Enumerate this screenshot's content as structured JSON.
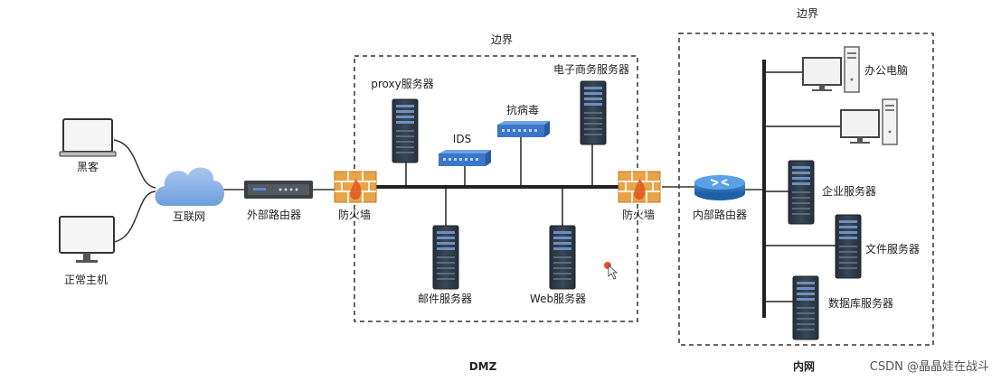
{
  "labels": {
    "hacker": "黑客",
    "normal_host": "正常主机",
    "internet": "互联网",
    "external_router": "外部路由器",
    "firewall_left": "防火墙",
    "firewall_right": "防火墙",
    "dmz_border": "边界",
    "intranet_border": "边界",
    "proxy_server": "proxy服务器",
    "ids": "IDS",
    "antivirus": "抗病毒",
    "ecommerce_server": "电子商务服务器",
    "mail_server": "邮件服务器",
    "web_server": "Web服务器",
    "internal_router": "内部路由器",
    "office_pc": "办公电脑",
    "enterprise_server": "企业服务器",
    "file_server": "文件服务器",
    "database_server": "数据库服务器",
    "dmz": "DMZ",
    "intranet": "内网"
  },
  "watermark": "CSDN @晶晶娃在战斗",
  "colors": {
    "line": "#333333",
    "server_body": "#2f3a47",
    "server_accent": "#5a8bd6",
    "cloud": "#8fb3e4",
    "firewall": "#e8a64a",
    "switch": "#3b76c9",
    "router": "#2f79c8"
  }
}
